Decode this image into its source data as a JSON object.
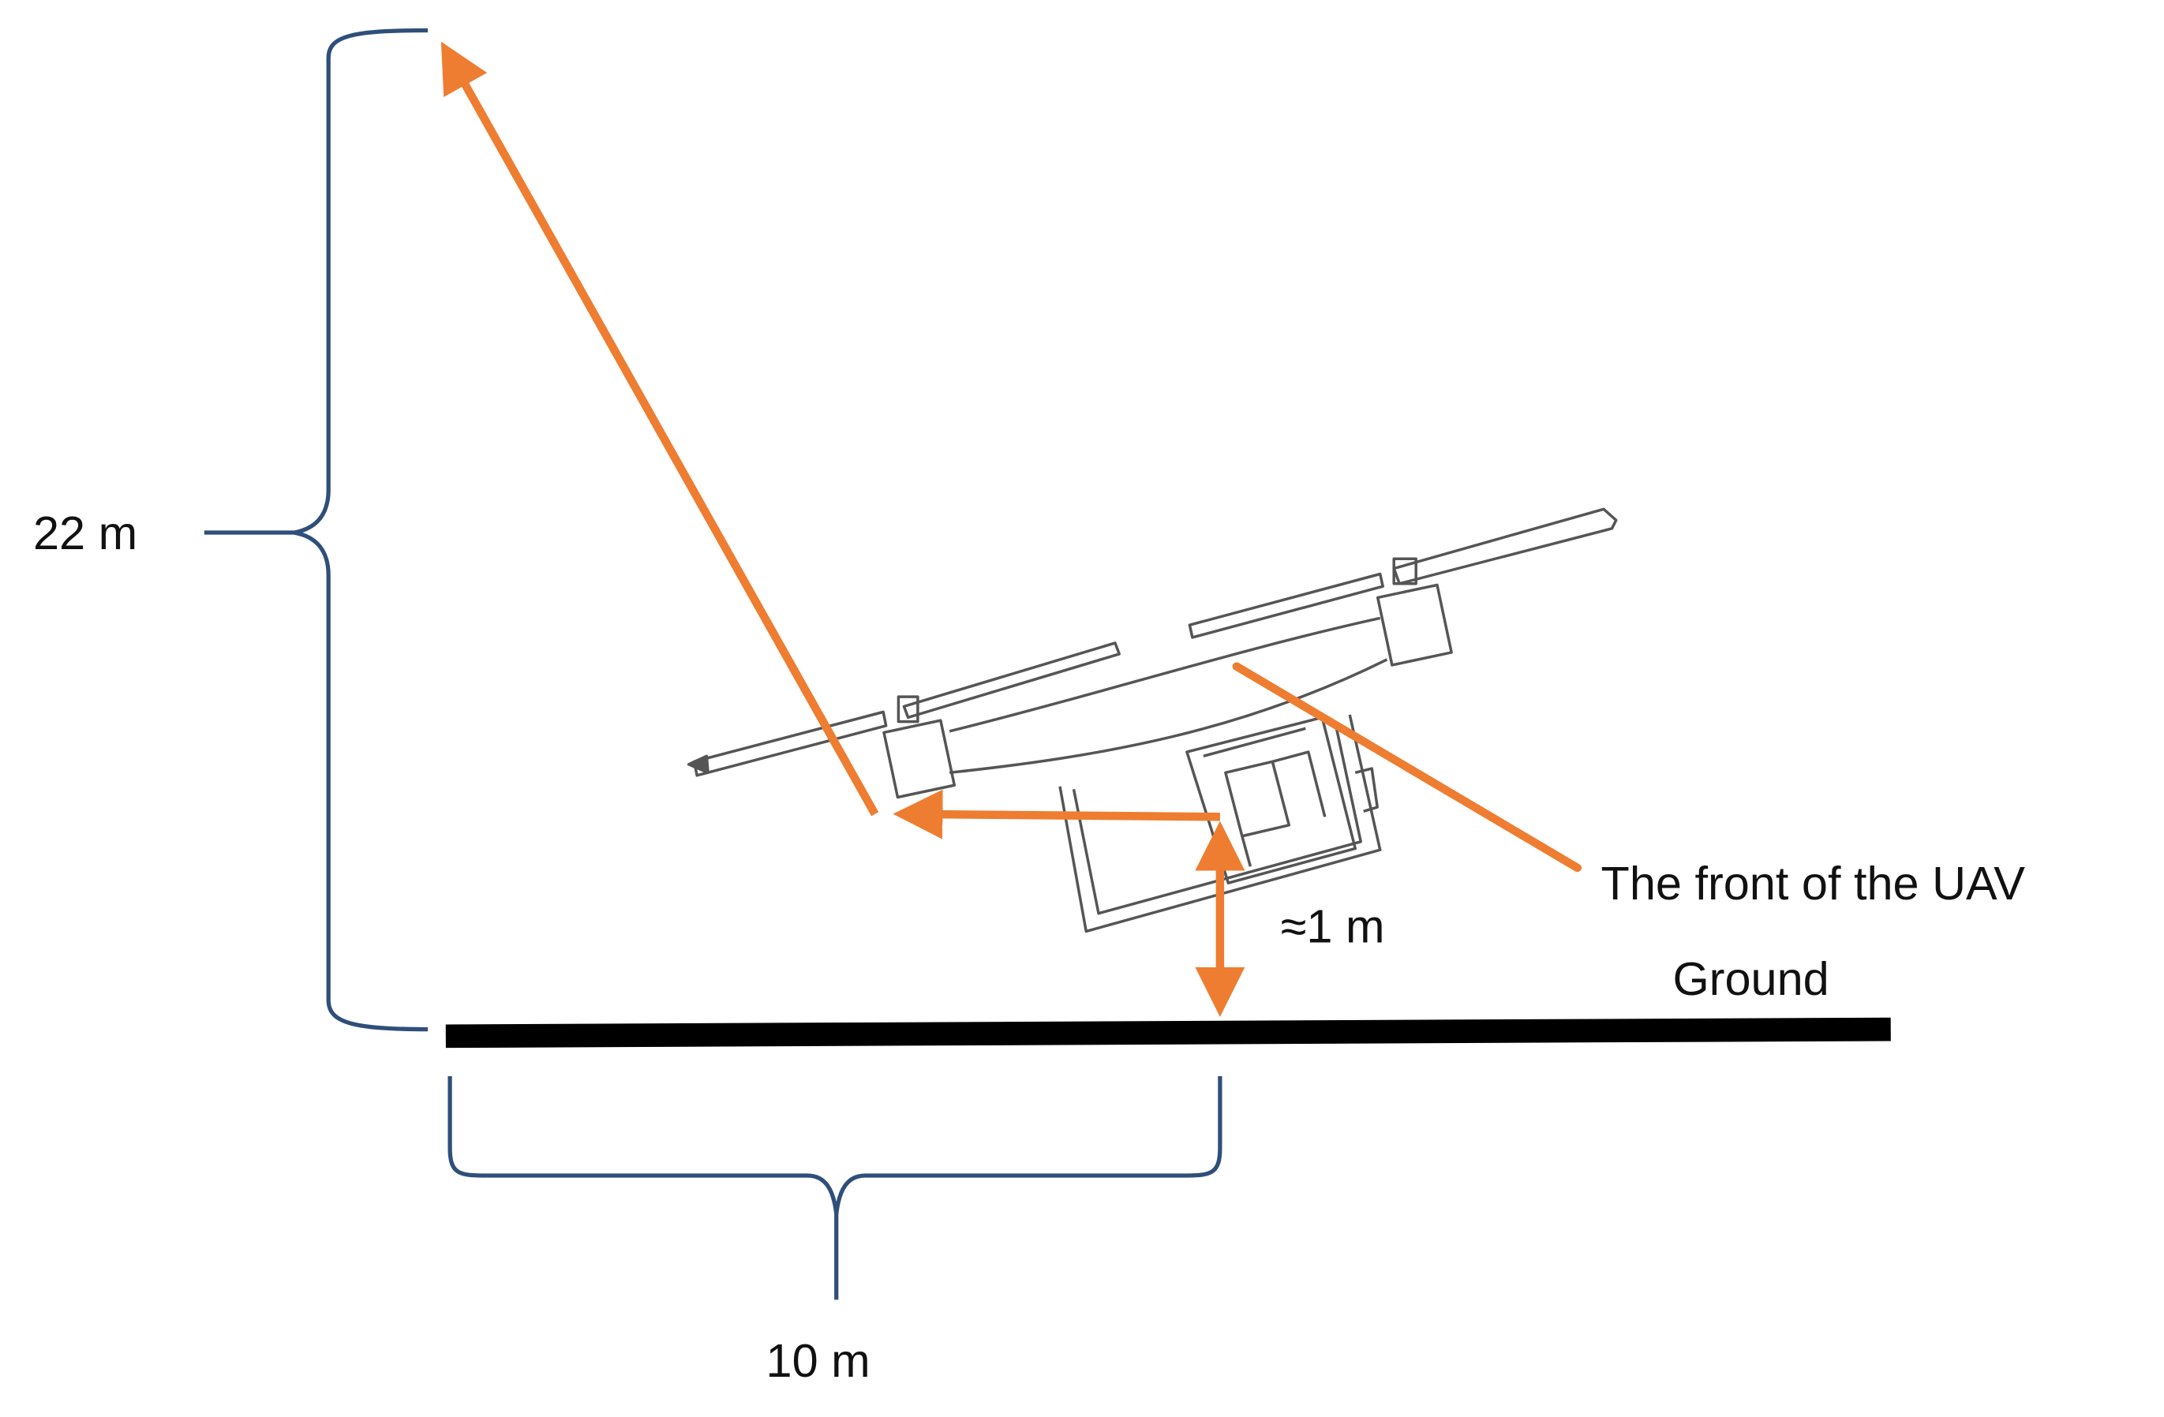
{
  "labels": {
    "height": "22 m",
    "distance": "10 m",
    "altitude": "≈1 m",
    "front": "The front of the UAV",
    "ground": "Ground"
  },
  "colors": {
    "bracket": "#2f4f7a",
    "arrow": "#ee7d31",
    "ground": "#000000",
    "drone_line": "#555555"
  }
}
